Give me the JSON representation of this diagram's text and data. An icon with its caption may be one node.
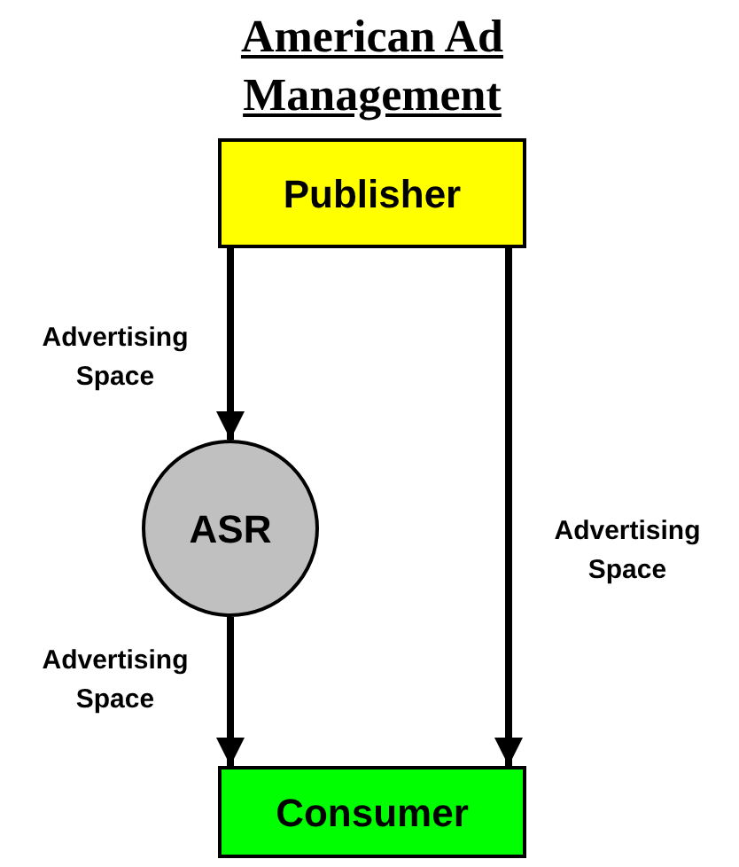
{
  "diagram": {
    "title": "American Ad Management",
    "nodes": [
      {
        "text": [
          "Publisher"
        ]
      },
      {
        "text": [
          "ASR"
        ]
      },
      {
        "text": [
          "Consumer"
        ]
      }
    ],
    "edges": [
      {
        "from": 0,
        "to": 1,
        "arrow": "to",
        "label": "Advertising Space"
      },
      {
        "from": 1,
        "to": 2,
        "arrow": "to",
        "label": "Advertising Space"
      },
      {
        "from": 0,
        "to": 2,
        "arrow": "to",
        "label": "Advertising Space"
      }
    ]
  }
}
